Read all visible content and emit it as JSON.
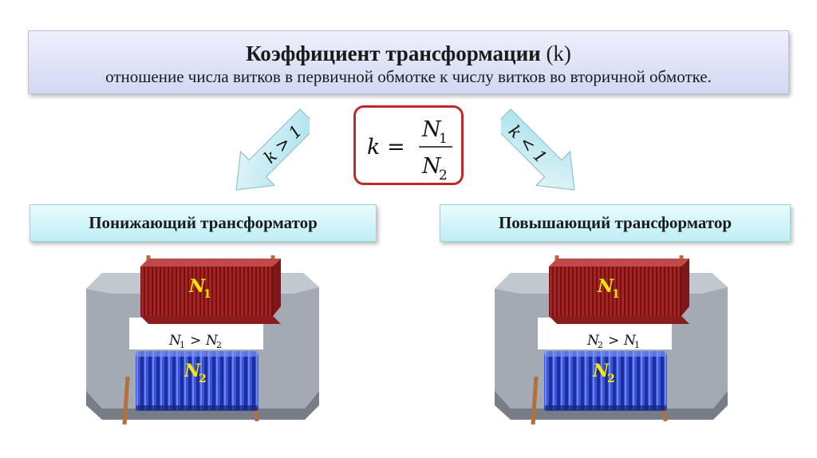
{
  "header": {
    "title": "Коэффициент трансформации",
    "title_symbol": "(k)",
    "subtitle": "отношение числа витков в первичной обмотке к числу витков во вторичной обмотке."
  },
  "formula": {
    "lhs": "k =",
    "numerator_base": "N",
    "numerator_sub": "1",
    "denominator_base": "N",
    "denominator_sub": "2"
  },
  "arrows": {
    "left_label": "k > 1",
    "right_label": "k < 1"
  },
  "step_down": {
    "label": "Понижающий трансформатор",
    "primary_base": "N",
    "primary_sub": "1",
    "secondary_base": "N",
    "secondary_sub": "2",
    "rel_a": "N",
    "rel_a_sub": "1",
    "rel_op": ">",
    "rel_b": "N",
    "rel_b_sub": "2"
  },
  "step_up": {
    "label": "Повышающий трансформатор",
    "primary_base": "N",
    "primary_sub": "1",
    "secondary_base": "N",
    "secondary_sub": "2",
    "rel_a": "N",
    "rel_a_sub": "2",
    "rel_op": ">",
    "rel_b": "N",
    "rel_b_sub": "1"
  },
  "colors": {
    "primary_coil": "#a82224",
    "secondary_coil": "#3550d8",
    "core": "#a3aab4",
    "label_yellow": "#ffe800",
    "formula_border": "#c0282e"
  }
}
